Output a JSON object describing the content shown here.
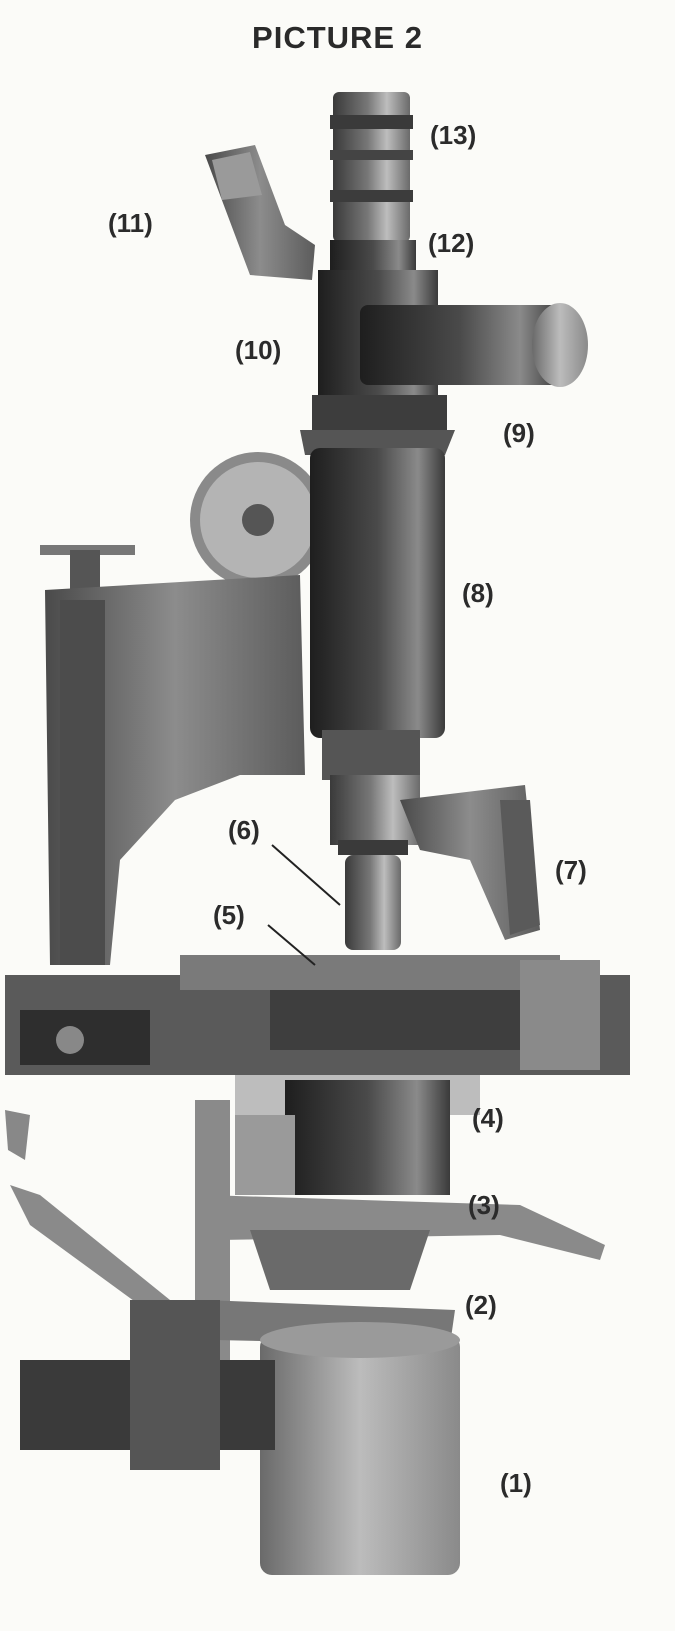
{
  "title": "PICTURE 2",
  "labels": [
    "(1)",
    "(2)",
    "(3)",
    "(4)",
    "(5)",
    "(6)",
    "(7)",
    "(8)",
    "(9)",
    "(10)",
    "(11)",
    "(12)",
    "(13)"
  ],
  "colors": {
    "dark": "#2e2e2e",
    "mid": "#6f6f6f",
    "light": "#a9a9a9",
    "paper": "#fbfbf8"
  }
}
